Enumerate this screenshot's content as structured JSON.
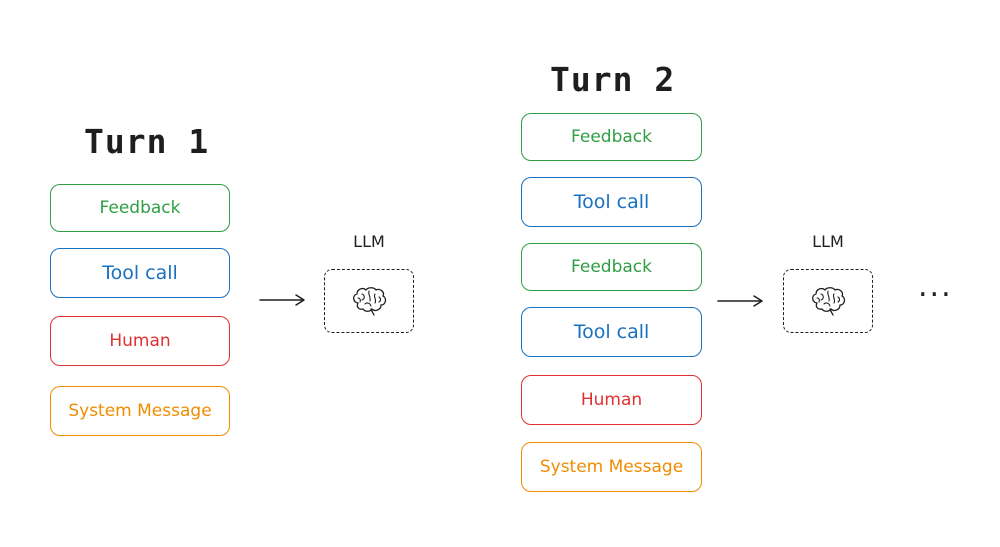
{
  "turn1": {
    "title": "Turn 1",
    "messages": [
      {
        "label": "Feedback",
        "color": "#2f9e44"
      },
      {
        "label": "Tool call",
        "color": "#1971c2"
      },
      {
        "label": "Human",
        "color": "#e03131"
      },
      {
        "label": "System Message",
        "color": "#f08c00"
      }
    ]
  },
  "turn2": {
    "title": "Turn 2",
    "messages": [
      {
        "label": "Feedback",
        "color": "#2f9e44"
      },
      {
        "label": "Tool call",
        "color": "#1971c2"
      },
      {
        "label": "Feedback",
        "color": "#2f9e44"
      },
      {
        "label": "Tool call",
        "color": "#1971c2"
      },
      {
        "label": "Human",
        "color": "#e03131"
      },
      {
        "label": "System Message",
        "color": "#f08c00"
      }
    ]
  },
  "llm": {
    "label": "LLM",
    "icon": "brain-icon"
  },
  "continuation": "..."
}
